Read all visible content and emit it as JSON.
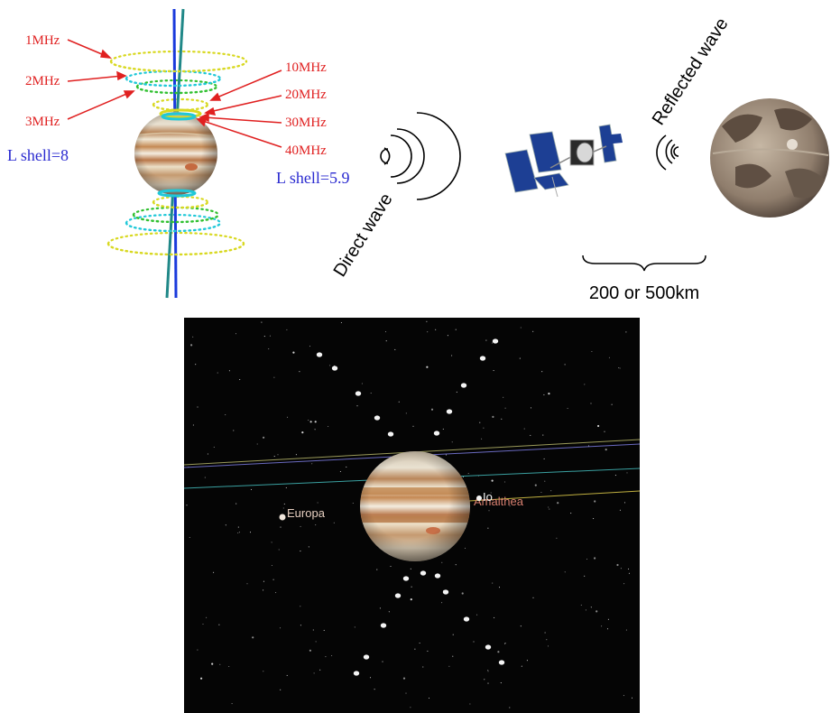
{
  "freq_labels_left": [
    "1MHz",
    "2MHz",
    "3MHz"
  ],
  "freq_labels_right": [
    "10MHz",
    "20MHz",
    "30MHz",
    "40MHz"
  ],
  "lshell_left": "L shell=8",
  "lshell_right": "L shell=5.9",
  "direct_wave": "Direct wave",
  "reflected_wave": "Reflected wave",
  "distance": "200 or 500km",
  "moon_labels": [
    "Europa",
    "Io",
    "Amalthea"
  ],
  "colors": {
    "freq_label": "#e02020",
    "lshell_label": "#2a2ad0",
    "ring_yellow": "#d8d820",
    "ring_green": "#30c030",
    "ring_cyan": "#20c8d8",
    "field_line_blue": "#1a3adc",
    "field_line_teal": "#208888",
    "sky": "#050505",
    "europa_label": "#e6cfc0",
    "amalthea_label": "#d98070"
  },
  "icons": [
    "jupiter-icon",
    "spacecraft-icon",
    "ganymede-icon",
    "wave-arcs-icon"
  ]
}
